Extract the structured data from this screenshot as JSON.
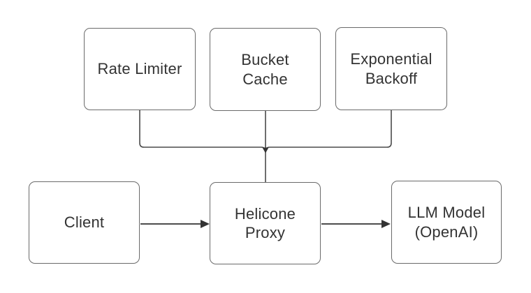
{
  "diagram": {
    "type": "flowchart",
    "nodes": {
      "rate_limiter": {
        "label": "Rate Limiter"
      },
      "bucket_cache": {
        "label": "Bucket\nCache"
      },
      "exponential_backoff": {
        "label": "Exponential\nBackoff"
      },
      "client": {
        "label": "Client"
      },
      "helicone_proxy": {
        "label": "Helicone\nProxy"
      },
      "llm_model": {
        "label": "LLM Model\n(OpenAI)"
      }
    },
    "edges": [
      {
        "from": "Rate Limiter",
        "to": "Helicone Proxy",
        "style": "elbow",
        "arrowhead": false
      },
      {
        "from": "Bucket Cache",
        "to": "Helicone Proxy",
        "style": "straight",
        "arrowhead": true
      },
      {
        "from": "Exponential Backoff",
        "to": "Helicone Proxy",
        "style": "elbow",
        "arrowhead": false
      },
      {
        "from": "Client",
        "to": "Helicone Proxy",
        "style": "straight",
        "arrowhead": true
      },
      {
        "from": "Helicone Proxy",
        "to": "LLM Model (OpenAI)",
        "style": "straight",
        "arrowhead": true
      }
    ],
    "colors": {
      "background": "#ffffff",
      "node_fill": "#ffffff",
      "node_border": "#6a6a6a",
      "text": "#333333",
      "connector": "#4a4a4a",
      "arrowhead": "#333333"
    }
  }
}
